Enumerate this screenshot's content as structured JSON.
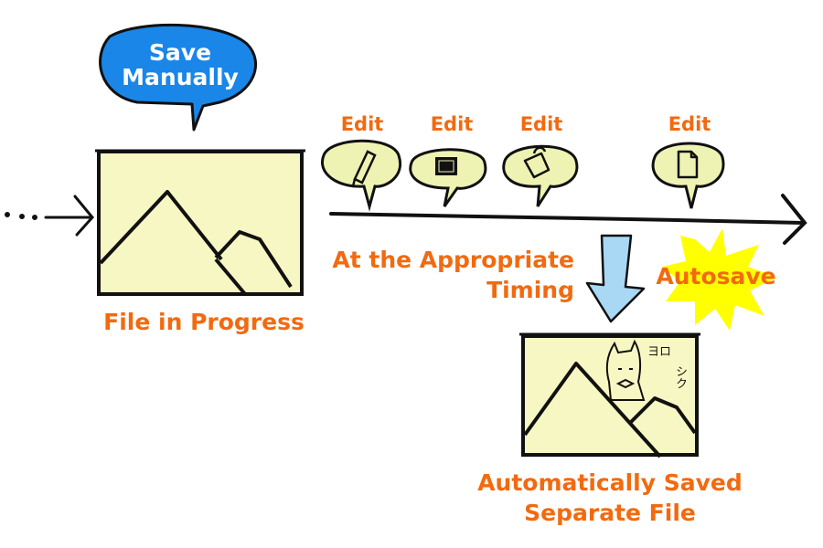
{
  "colors": {
    "accent": "#f26a10",
    "bubble_blue": "#1a86e8",
    "pale_fill": "#f7f7c4",
    "autosave_burst": "#ffff00",
    "down_arrow": "#a8d8f4",
    "ink": "#111111"
  },
  "manual_save_bubble": {
    "line1": "Save",
    "line2": "Manually"
  },
  "edit_bubbles": [
    {
      "label": "Edit",
      "icon": "pen-icon"
    },
    {
      "label": "Edit",
      "icon": "stamp-icon"
    },
    {
      "label": "Edit",
      "icon": "bucket-icon"
    },
    {
      "label": "Edit",
      "icon": "page-icon"
    }
  ],
  "labels": {
    "file_in_progress": "File in Progress",
    "timing_line1": "At the Appropriate",
    "timing_line2": "Timing",
    "autosave": "Autosave",
    "saved_line1": "Automatically Saved",
    "saved_line2": "Separate File"
  },
  "saved_image_scribble": {
    "line1": "ヨロ",
    "line2": "シク"
  }
}
